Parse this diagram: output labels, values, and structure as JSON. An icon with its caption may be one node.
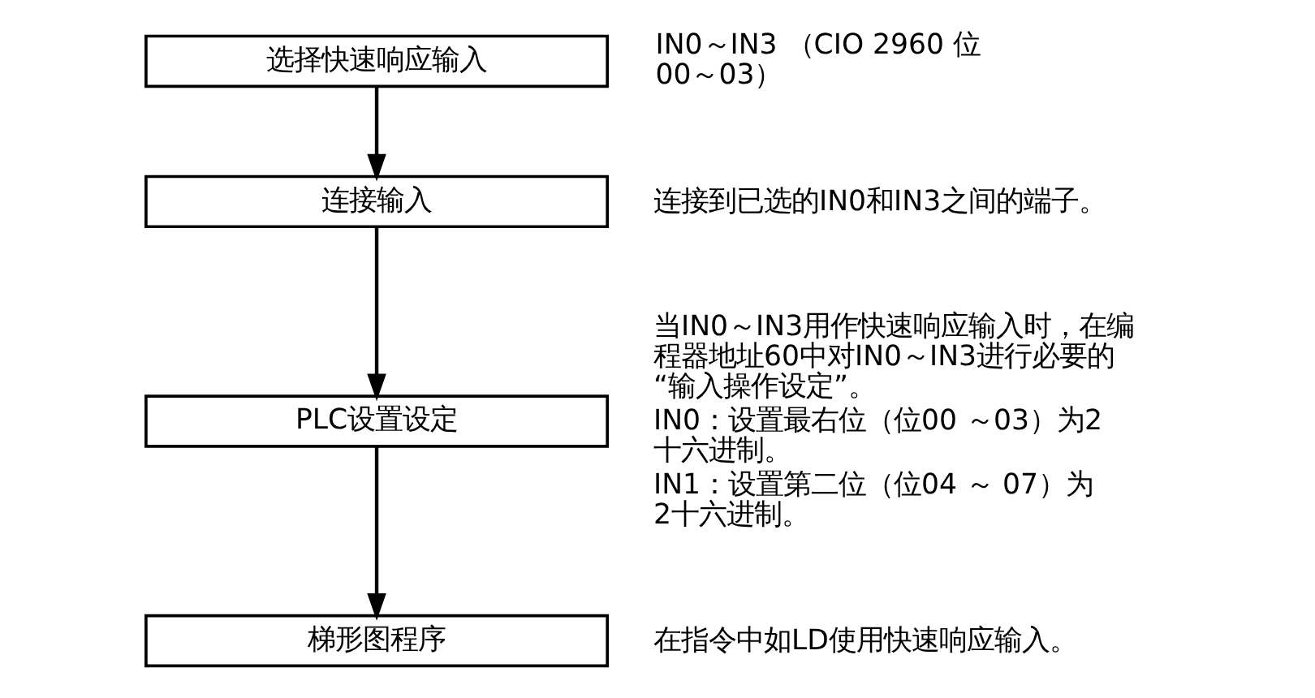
{
  "diagram": {
    "nodes": [
      {
        "text": [
          "选择快速响应输入"
        ],
        "beside": [
          "IN0～IN3 （CIO 2960 位 00～03）"
        ]
      },
      {
        "text": [
          "连接输入"
        ],
        "beside": [
          "连接到已选的IN0和IN3之间的端子。"
        ]
      },
      {
        "text": [
          "PLC设置设定"
        ],
        "beside": [
          "当IN0～IN3用作快速响应输入时，在编程器地址60中对IN0～IN3进行必要的“输入操作设定”。",
          "IN0：设置最右位（位00 ～03）为2十六进制。",
          "IN1：设置第二位（位04 ～ 07）为2十六进制。"
        ]
      },
      {
        "text": [
          "梯形图程序"
        ],
        "beside": [
          "在指令中如LD使用快速响应输入。"
        ]
      }
    ],
    "edges": [
      {
        "from": 0,
        "to": 1,
        "arrow": "to"
      },
      {
        "from": 1,
        "to": 2,
        "arrow": "to"
      },
      {
        "from": 2,
        "to": 3,
        "arrow": "to"
      }
    ]
  }
}
